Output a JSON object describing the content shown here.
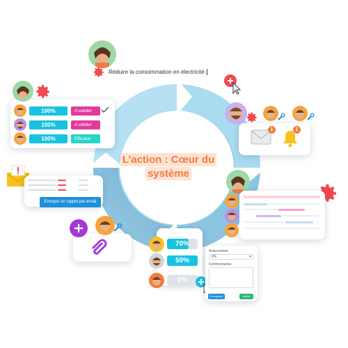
{
  "center": {
    "line1": "L’action : Cœur du",
    "line2": "système"
  },
  "task_input": {
    "value": "Réduire la consommation en électricité"
  },
  "team_card": {
    "rows": [
      {
        "percent": "100%",
        "status": "A valider",
        "status_color": "#e23a9b"
      },
      {
        "percent": "100%",
        "status": "A valider",
        "status_color": "#e23a9b"
      },
      {
        "percent": "100%",
        "status": "Efficace",
        "status_color": "#29d3c6"
      }
    ]
  },
  "notifications": {
    "mail_badge": "1",
    "bell_badge": "1"
  },
  "reminder": {
    "button_label": "Envoyer un rappel par email"
  },
  "progress_card": {
    "rows": [
      {
        "label": "70%",
        "value": 70
      },
      {
        "label": "50%",
        "value": 50
      },
      {
        "label": "0%",
        "value": 0
      }
    ]
  },
  "form_card": {
    "field1_label": "Avancement",
    "field1_value": "0%",
    "field2_label": "Commentaires",
    "cancel_label": "Enregistrer",
    "ok_label": "Valider"
  },
  "colors": {
    "accent_orange": "#f47c3c",
    "cyan": "#18c3e0",
    "magenta": "#e23a9b",
    "purple": "#a43ad6",
    "red": "#f2494f"
  }
}
